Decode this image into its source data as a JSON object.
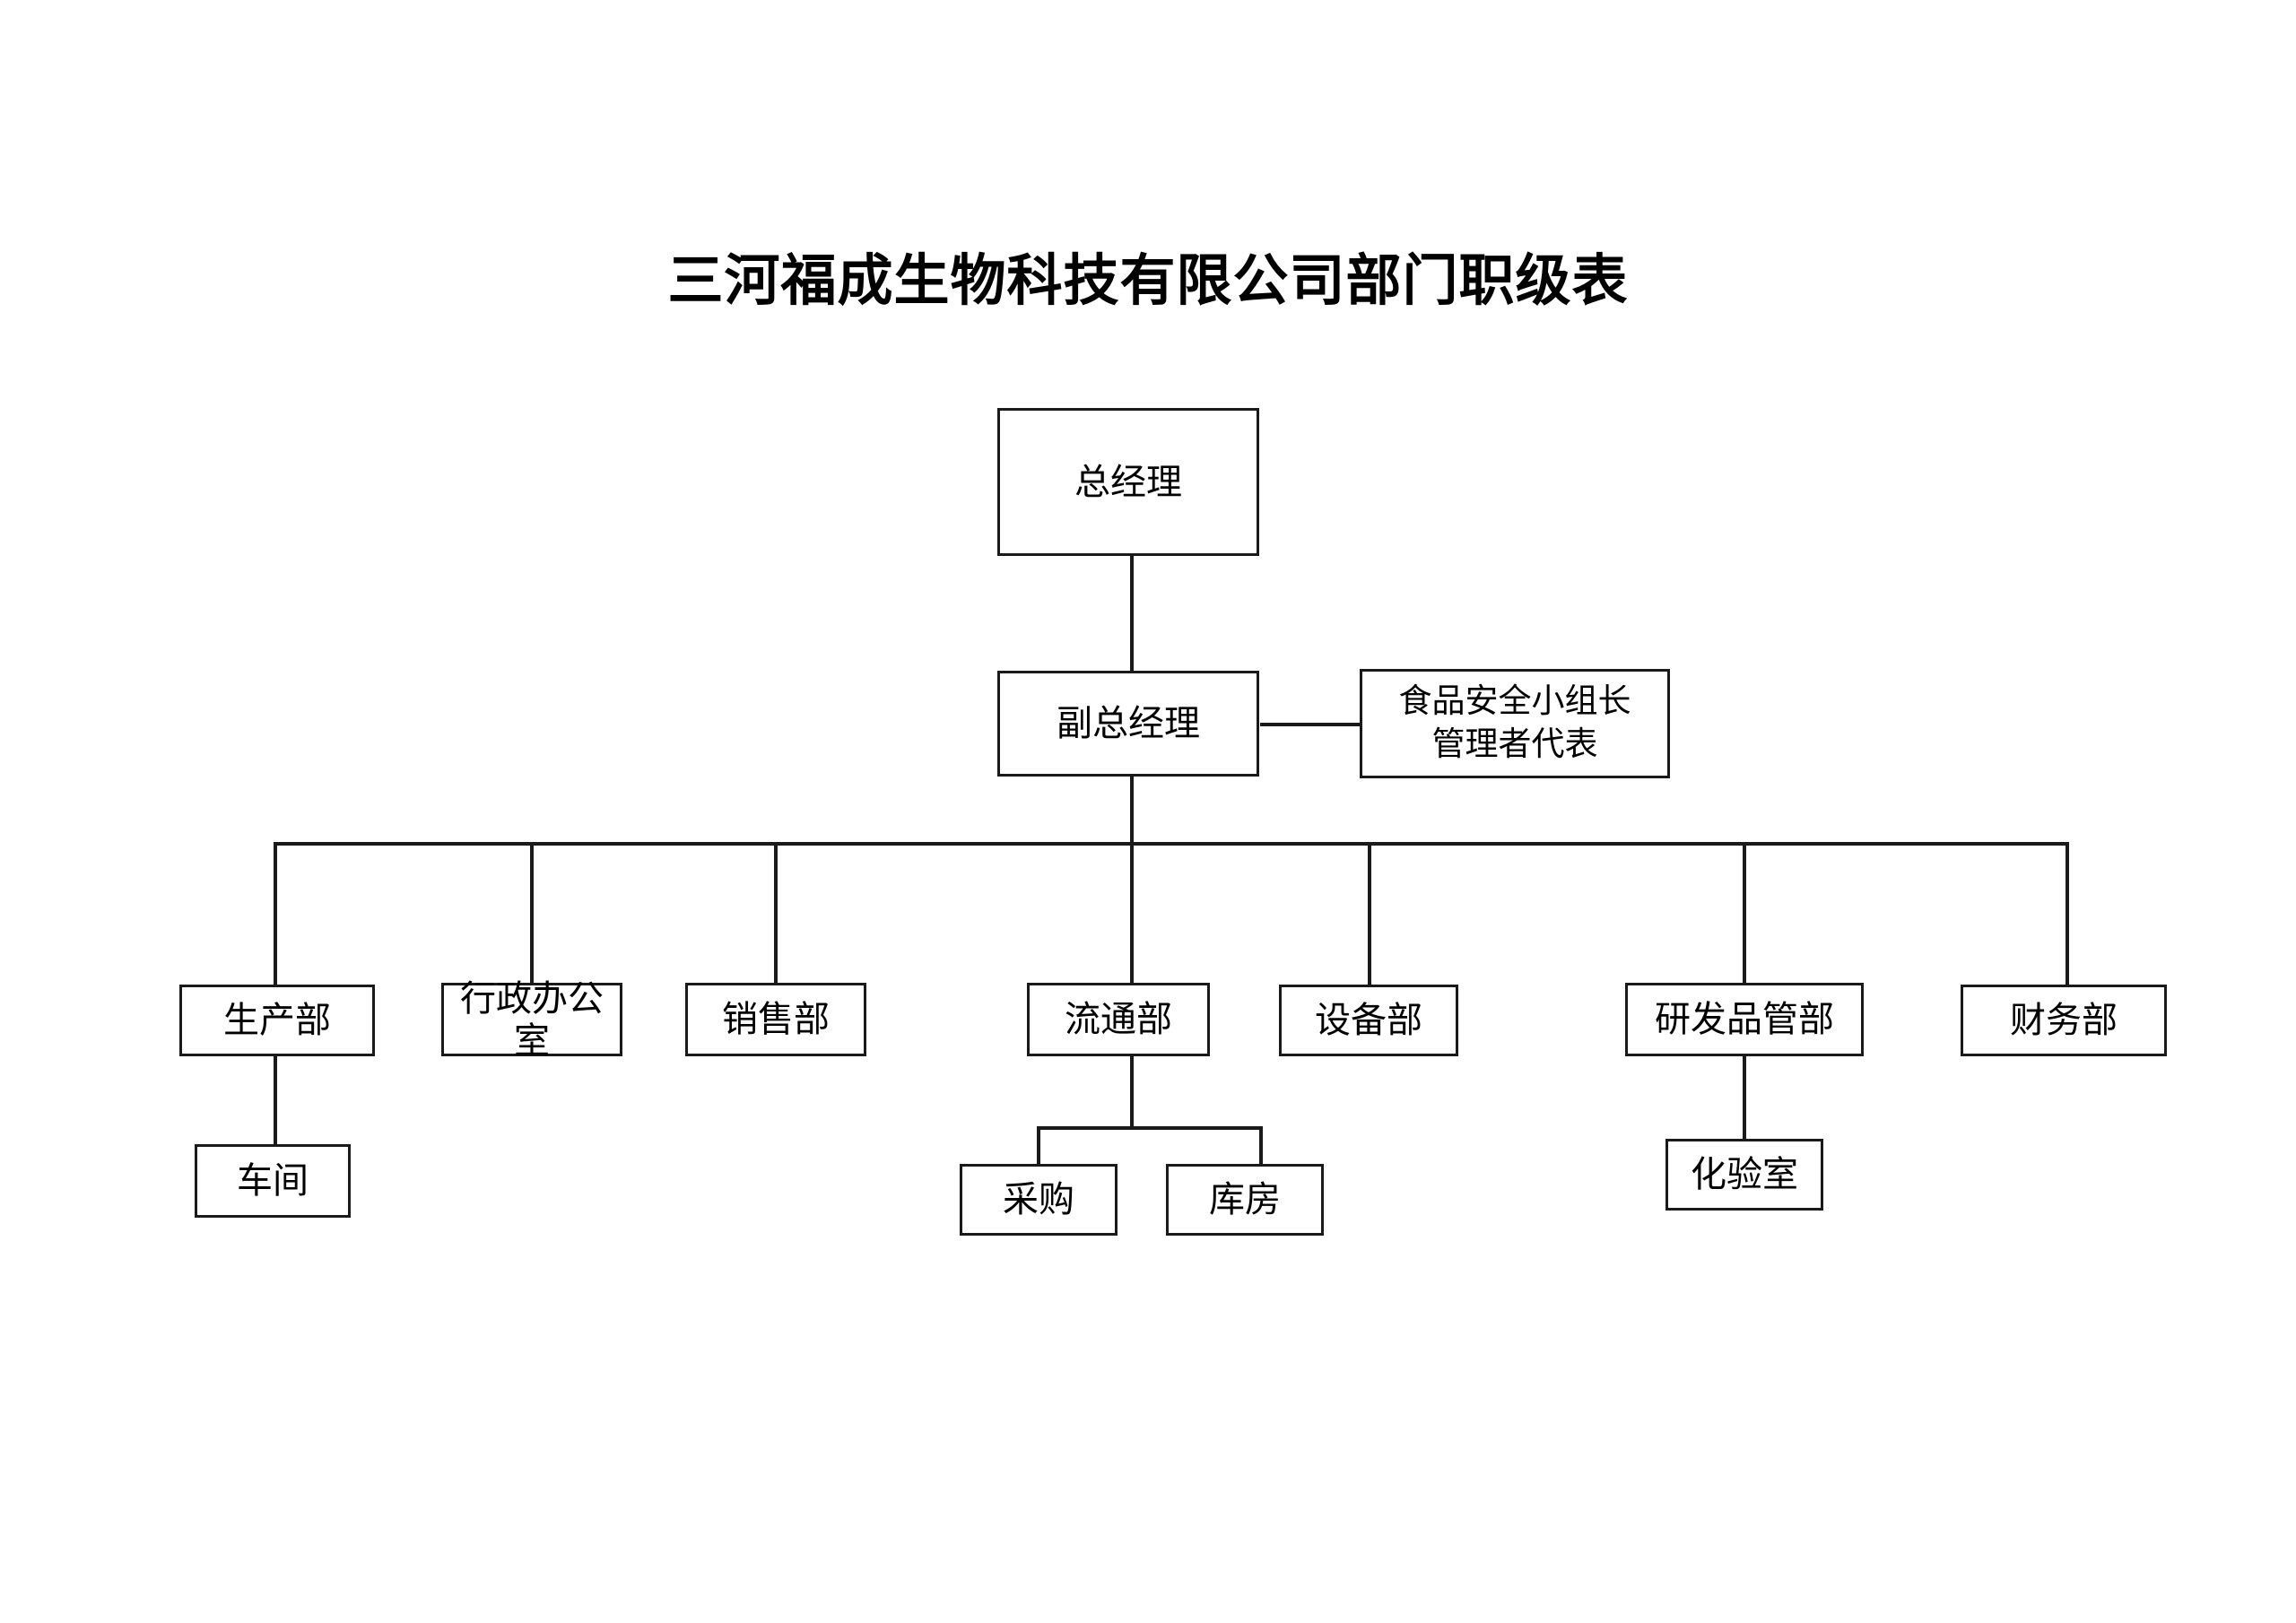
{
  "document": {
    "title": "三河福成生物科技有限公司部门职级表",
    "type": "organizational-chart",
    "background_color": "#ffffff",
    "line_color": "#1a1a1a",
    "text_color": "#000000"
  },
  "chart_data": {
    "type": "diagram",
    "title": "三河福成生物科技有限公司部门职级表",
    "nodes": [
      {
        "id": "gm",
        "label": "总经理",
        "level": 1
      },
      {
        "id": "dgm",
        "label": "副总经理",
        "level": 2
      },
      {
        "id": "fsl",
        "label": "食品安全小组长\n管理者代表",
        "level": 2
      },
      {
        "id": "prod",
        "label": "生产部",
        "level": 3
      },
      {
        "id": "admin",
        "label": "行政办公室",
        "level": 3
      },
      {
        "id": "sales",
        "label": "销售部",
        "level": 3
      },
      {
        "id": "logistics",
        "label": "流通部",
        "level": 3
      },
      {
        "id": "equip",
        "label": "设备部",
        "level": 3
      },
      {
        "id": "rdqa",
        "label": "研发品管部",
        "level": 3
      },
      {
        "id": "finance",
        "label": "财务部",
        "level": 3
      },
      {
        "id": "workshop",
        "label": "车间",
        "level": 4
      },
      {
        "id": "purchase",
        "label": "采购",
        "level": 4
      },
      {
        "id": "warehouse",
        "label": "库房",
        "level": 4
      },
      {
        "id": "lab",
        "label": "化验室",
        "level": 4
      }
    ],
    "edges": [
      {
        "from": "gm",
        "to": "dgm"
      },
      {
        "from": "dgm",
        "to": "fsl"
      },
      {
        "from": "dgm",
        "to": "prod"
      },
      {
        "from": "dgm",
        "to": "admin"
      },
      {
        "from": "dgm",
        "to": "sales"
      },
      {
        "from": "dgm",
        "to": "logistics"
      },
      {
        "from": "dgm",
        "to": "equip"
      },
      {
        "from": "dgm",
        "to": "rdqa"
      },
      {
        "from": "dgm",
        "to": "finance"
      },
      {
        "from": "prod",
        "to": "workshop"
      },
      {
        "from": "logistics",
        "to": "purchase"
      },
      {
        "from": "logistics",
        "to": "warehouse"
      },
      {
        "from": "rdqa",
        "to": "lab"
      }
    ]
  }
}
